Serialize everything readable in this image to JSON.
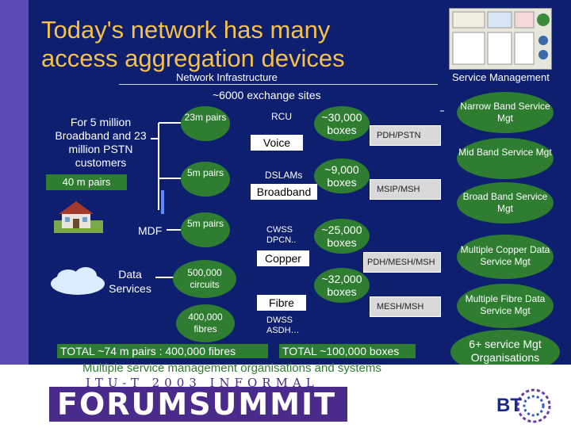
{
  "title": "Today's network has many access aggregation devices",
  "header": {
    "network_infrastructure": "Network Infrastructure",
    "service_management": "Service Management"
  },
  "exchange_sites": "~6000 exchange sites",
  "customers": {
    "text": "For 5 million Broadband and 23 million PSTN customers",
    "pairs": "40 m pairs"
  },
  "circles": [
    {
      "label": "23m pairs"
    },
    {
      "label": "5m pairs"
    },
    {
      "label": "5m pairs"
    },
    {
      "label": "500,000 circuits"
    },
    {
      "label": "400,000 fibres"
    }
  ],
  "nodes": {
    "mdf": "MDF",
    "data_services": "Data Services"
  },
  "devices": {
    "rcu": "RCU",
    "dslams": "DSLAMs",
    "cwss": "CWSS DPCN..",
    "dwss": "DWSS ASDH…"
  },
  "categories": {
    "voice": "Voice",
    "broadband": "Broadband",
    "copper": "Copper",
    "fibre": "Fibre"
  },
  "boxes": [
    {
      "count": "~30,000 boxes",
      "system": "PDH/PSTN"
    },
    {
      "count": "~9,000 boxes",
      "system": "MSIP/MSH"
    },
    {
      "count": "~25,000 boxes",
      "system": "PDH/MESH/MSH"
    },
    {
      "count": "~32,000 boxes",
      "system": "MESH/MSH"
    }
  ],
  "services": [
    "Narrow Band Service Mgt",
    "Mid Band Service Mgt",
    "Broad Band Service Mgt",
    "Multiple Copper Data Service Mgt",
    "Multiple Fibre Data Service Mgt",
    "6+ service Mgt Organisations"
  ],
  "totals": {
    "pairs": "TOTAL ~74 m pairs : 400,000 fibres",
    "boxes": "TOTAL ~100,000 boxes"
  },
  "multiple_orgs": "Multiple service management organisations and systems",
  "forum": {
    "top": "ITU-T 2003 INFORMAL",
    "main": "FORUMSUMMIT"
  },
  "logo": "BT",
  "colors": {
    "background": "#0d1f6e",
    "title": "#f6c14a",
    "accent_green": "#2e7d31",
    "stripe": "#5c4bb5",
    "forum_purple": "#4a2a8a"
  }
}
